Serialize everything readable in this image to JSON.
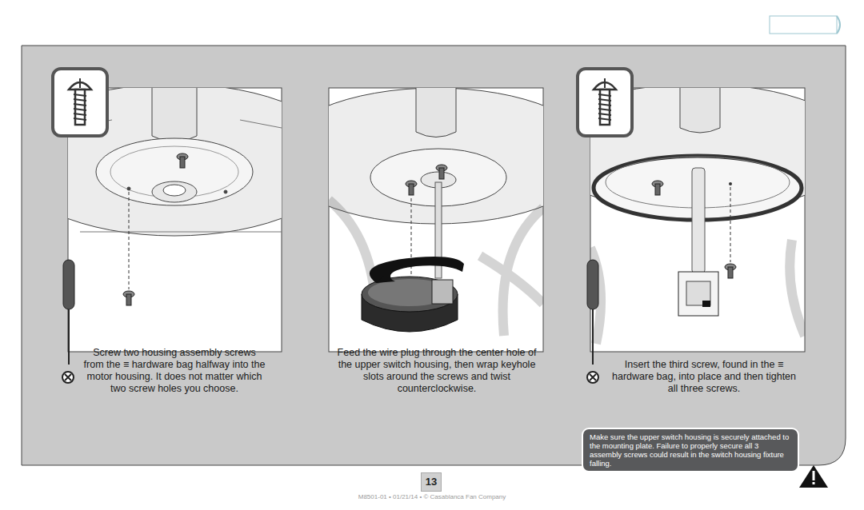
{
  "diagram": {
    "nodes": [
      {
        "text": [
          "Make sure the upper switch housing is securely attached to the mounting plate. Failure to properly secure all 3 assembly screws could result in the switch housing fixture falling."
        ]
      },
      {
        "text": [
          "13"
        ]
      }
    ],
    "labels": [
      "Screw two housing assembly screws from the ≡ hardware bag halfway into the motor housing. It does not matter which two screw holes you choose.",
      "Feed the wire plug through the center hole of the upper switch housing, then wrap keyhole slots around the screws and twist counterclockwise.",
      "Insert the third screw, found in the ≡ hardware bag, into place and then tighten all three screws.",
      "M8501-01 • 01/21/14 • © Casablanca Fan Company"
    ]
  }
}
